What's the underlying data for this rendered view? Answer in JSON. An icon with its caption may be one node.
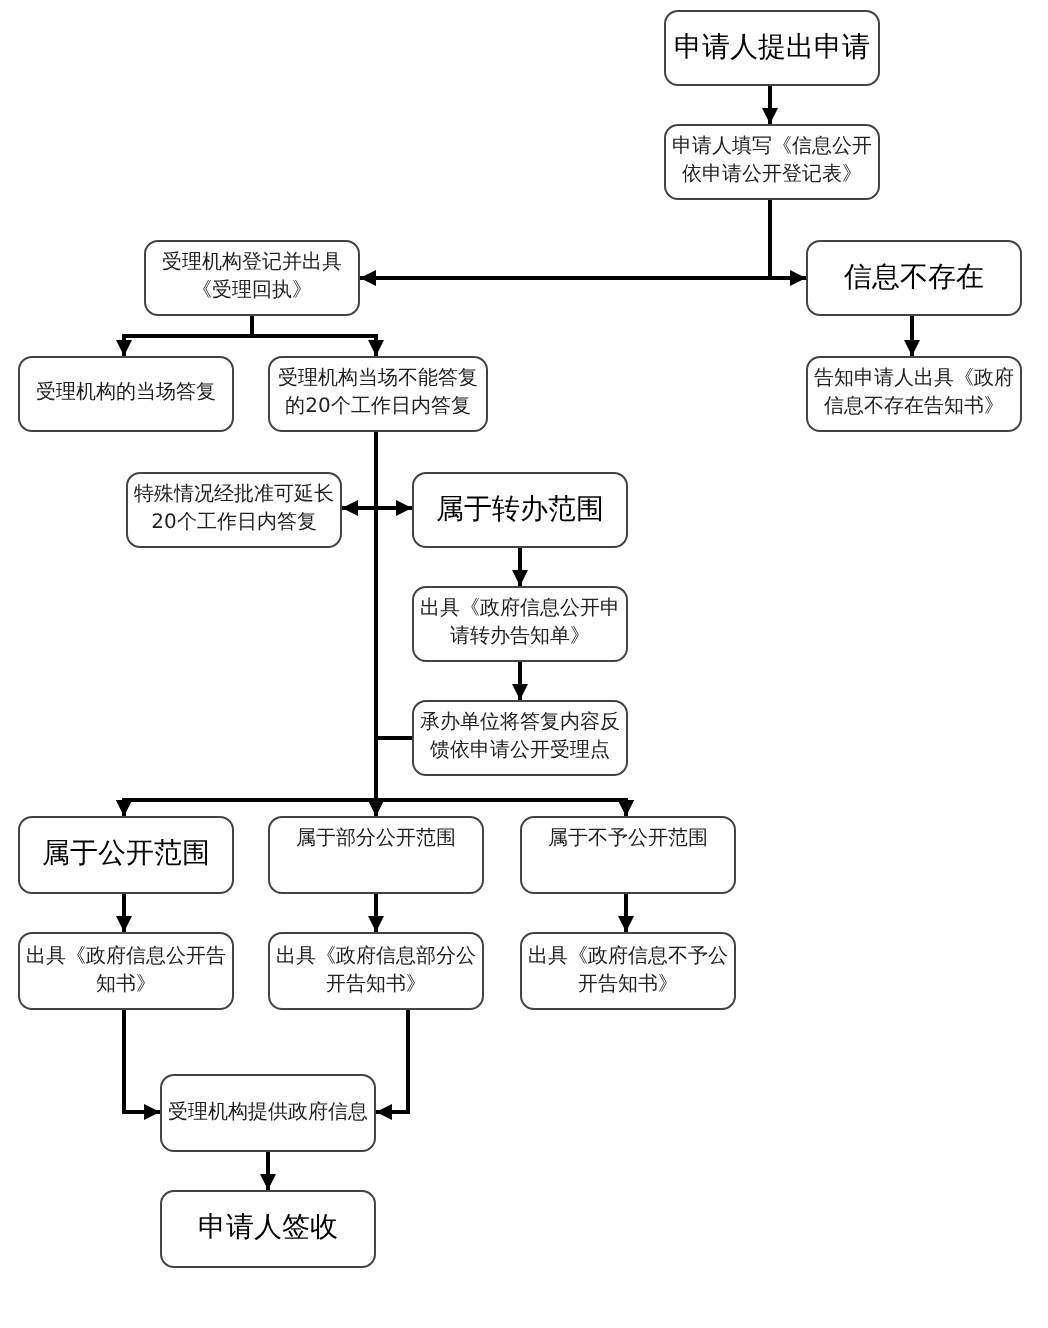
{
  "diagram": {
    "nodes": [
      {
        "text": [
          "申请人提出申请"
        ]
      },
      {
        "text": [
          "申请人填写《信息公开依申请公开登记表》"
        ]
      },
      {
        "text": [
          "受理机构登记并出具《受理回执》"
        ]
      },
      {
        "text": [
          "信息不存在"
        ]
      },
      {
        "text": [
          "受理机构的当场答复"
        ]
      },
      {
        "text": [
          "受理机构当场不能答复的20个工作日内答复"
        ]
      },
      {
        "text": [
          "告知申请人出具《政府信息不存在告知书》"
        ]
      },
      {
        "text": [
          "特殊情况经批准可延长20个工作日内答复"
        ]
      },
      {
        "text": [
          "属于转办范围"
        ]
      },
      {
        "text": [
          "出具《政府信息公开申请转办告知单》"
        ]
      },
      {
        "text": [
          "承办单位将答复内容反馈依申请公开受理点"
        ]
      },
      {
        "text": [
          "属于公开范围"
        ]
      },
      {
        "text": [
          "属于部分公开范围"
        ]
      },
      {
        "text": [
          "属于不予公开范围"
        ]
      },
      {
        "text": [
          "出具《政府信息公开告知书》"
        ]
      },
      {
        "text": [
          "出具《政府信息部分公开告知书》"
        ]
      },
      {
        "text": [
          "出具《政府信息不予公开告知书》"
        ]
      },
      {
        "text": [
          "受理机构提供政府信息"
        ]
      },
      {
        "text": [
          "申请人签收"
        ]
      }
    ],
    "edges": [
      {
        "from": 0,
        "to": 1,
        "arrow": "to"
      },
      {
        "from": 1,
        "to": 2,
        "arrow": "to"
      },
      {
        "from": 1,
        "to": 3,
        "arrow": "to"
      },
      {
        "from": 2,
        "to": 4,
        "arrow": "to"
      },
      {
        "from": 2,
        "to": 5,
        "arrow": "to"
      },
      {
        "from": 3,
        "to": 6,
        "arrow": "to"
      },
      {
        "from": 7,
        "to": 8,
        "arrow": "both"
      },
      {
        "from": 8,
        "to": 9,
        "arrow": "to"
      },
      {
        "from": 9,
        "to": 10,
        "arrow": "to"
      },
      {
        "from": 5,
        "to": 11,
        "arrow": "to"
      },
      {
        "from": 5,
        "to": 12,
        "arrow": "to"
      },
      {
        "from": 5,
        "to": 13,
        "arrow": "to"
      },
      {
        "from": 10,
        "to": 11,
        "arrow": "to"
      },
      {
        "from": 10,
        "to": 12,
        "arrow": "to"
      },
      {
        "from": 10,
        "to": 13,
        "arrow": "to"
      },
      {
        "from": 11,
        "to": 14,
        "arrow": "to"
      },
      {
        "from": 12,
        "to": 15,
        "arrow": "to"
      },
      {
        "from": 13,
        "to": 16,
        "arrow": "to"
      },
      {
        "from": 14,
        "to": 17,
        "arrow": "to"
      },
      {
        "from": 15,
        "to": 17,
        "arrow": "to"
      },
      {
        "from": 17,
        "to": 18,
        "arrow": "to"
      }
    ]
  }
}
